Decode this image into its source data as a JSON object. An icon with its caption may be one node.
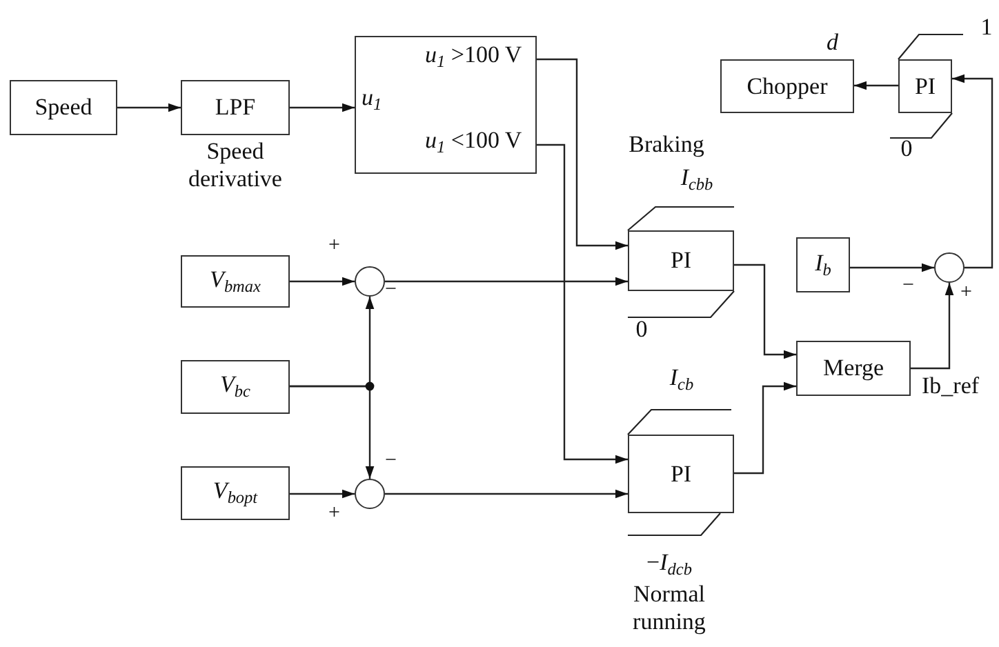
{
  "diagram": {
    "nodes": [
      {
        "text": [
          "Speed"
        ]
      },
      {
        "text": [
          "LPF"
        ],
        "beside": [
          "Speed derivative"
        ]
      },
      {
        "text": [
          "*u*$_{1}$ >100 V",
          "*u*$_{1}$",
          "*u*$_{1}$ <100 V"
        ]
      },
      {
        "text": [
          "Chopper"
        ]
      },
      {
        "text": [
          "PI"
        ],
        "beside": [
          "1",
          "0"
        ]
      },
      {
        "text": [
          "PI"
        ],
        "beside": [
          "Braking",
          "*I*$_{cbb}$",
          "0"
        ]
      },
      {
        "text": [
          "*I*$_{b}$"
        ]
      },
      {
        "text": [],
        "shape": "circle"
      },
      {
        "text": [
          "*V*$_{bmax}$"
        ]
      },
      {
        "text": [],
        "shape": "circle"
      },
      {
        "text": [
          "*V*$_{bc}$"
        ]
      },
      {
        "text": [
          "*V*$_{bopt}$"
        ]
      },
      {
        "text": [],
        "shape": "circle"
      },
      {
        "text": [
          "Merge"
        ]
      },
      {
        "text": [
          "PI"
        ],
        "beside": [
          "*I*$_{cb}$",
          "−*I*$_{dcb}$",
          "Normal running"
        ]
      }
    ],
    "edges": [
      {
        "from": 0,
        "to": 1,
        "arrow": "to"
      },
      {
        "from": 1,
        "to": 2,
        "arrow": "to"
      },
      {
        "from": 2,
        "to": 5,
        "arrow": "to"
      },
      {
        "from": 2,
        "to": 14,
        "arrow": "to"
      },
      {
        "from": 8,
        "to": 9,
        "arrow": "to"
      },
      {
        "from": 10,
        "to": 9,
        "arrow": "to"
      },
      {
        "from": 10,
        "to": 12,
        "arrow": "to"
      },
      {
        "from": 11,
        "to": 12,
        "arrow": "to"
      },
      {
        "from": 9,
        "to": 5,
        "arrow": "to"
      },
      {
        "from": 12,
        "to": 14,
        "arrow": "to"
      },
      {
        "from": 5,
        "to": 13,
        "arrow": "to"
      },
      {
        "from": 14,
        "to": 13,
        "arrow": "to"
      },
      {
        "from": 13,
        "to": 7,
        "arrow": "to",
        "label": "Ib_ref"
      },
      {
        "from": 6,
        "to": 7,
        "arrow": "to"
      },
      {
        "from": 7,
        "to": 4,
        "arrow": "to"
      },
      {
        "from": 4,
        "to": 3,
        "arrow": "to",
        "label": "*d*"
      }
    ],
    "labels": [
      "+",
      "−",
      "−",
      "+",
      "−",
      "+"
    ]
  }
}
